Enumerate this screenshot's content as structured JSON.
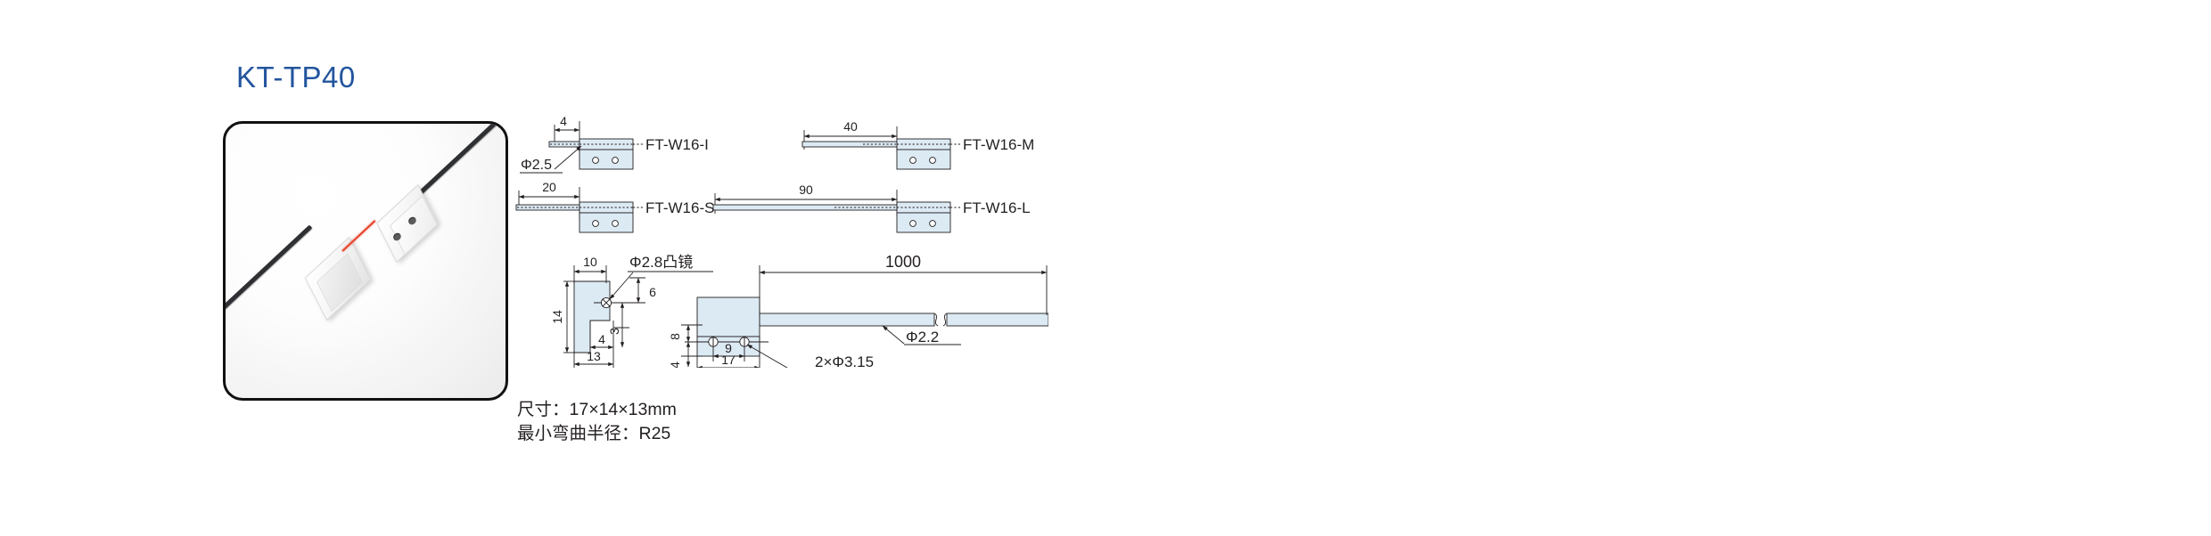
{
  "page": {
    "title": "KT-TP40",
    "title_color": "#23559e",
    "background": "#ffffff"
  },
  "product_photo": {
    "name": "laser-sensor-photo",
    "description": "White emitter and receiver blocks joined by a red laser beam with black fiber cables",
    "beam_color": "#e8442c",
    "cable_color": "#2f3033",
    "border_color": "#111111"
  },
  "drawing": {
    "fill_color": "#dceaf4",
    "line_color": "#231f20",
    "fiber_variants": [
      {
        "label": "FT-W16-I",
        "dimension": "4"
      },
      {
        "label": "FT-W16-M",
        "dimension": "40"
      },
      {
        "label": "FT-W16-S",
        "dimension": "20"
      },
      {
        "label": "FT-W16-L",
        "dimension": "90"
      }
    ],
    "callouts": {
      "fiber_diameter": "Φ2.5",
      "lens": "Φ2.8凸镜",
      "cable_diameter": "Φ2.2",
      "mounting_holes": "2×Φ3.15"
    },
    "bracket_dimensions": {
      "top_width": "10",
      "height": "14",
      "base_width": "13",
      "inner_notch": "4",
      "lens_height": "6",
      "lens_offset": "3"
    },
    "head_dimensions": {
      "body_width": "17",
      "hole_pitch": "9",
      "hole_top_offset": "8",
      "hole_bottom_offset": "4"
    },
    "cable_length": "1000"
  },
  "spec": {
    "line1": "尺寸：17×14×13mm",
    "line2": "最小弯曲半径：R25"
  }
}
